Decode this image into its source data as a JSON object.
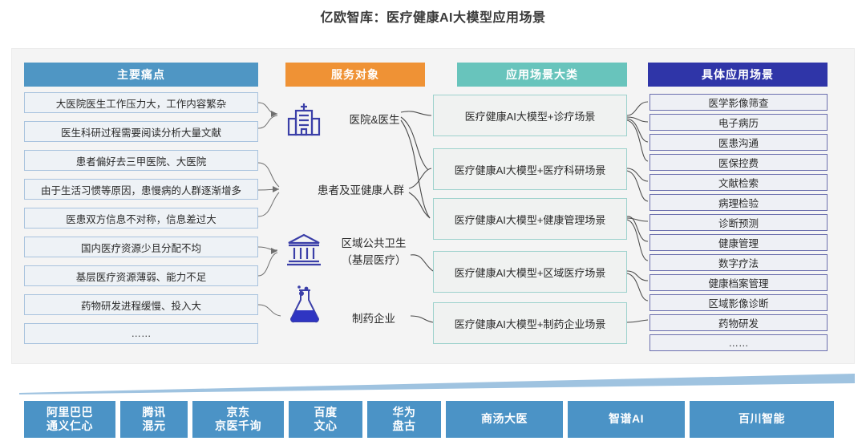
{
  "title": "亿欧智库：医疗健康AI大模型应用场景",
  "headers": {
    "pain": "主要痛点",
    "service": "服务对象",
    "category": "应用场景大类",
    "scene": "具体应用场景"
  },
  "colors": {
    "pain_header": "#4f96c4",
    "service_header": "#ef9235",
    "category_header": "#68c4bc",
    "scene_header": "#2f35a8",
    "company_box": "#4b93c6",
    "panel_bg": "#f4f4f4"
  },
  "pain_points": [
    "大医院医生工作压力大，工作内容繁杂",
    "医生科研过程需要阅读分析大量文献",
    "患者偏好去三甲医院、大医院",
    "由于生活习惯等原因，患慢病的人群逐渐增多",
    "医患双方信息不对称，信息差过大",
    "国内医疗资源少且分配不均",
    "基层医疗资源薄弱、能力不足",
    "药物研发进程缓慢、投入大",
    "……"
  ],
  "service_objects": [
    {
      "label": "医院&医生",
      "icon": "hospital-icon",
      "has_icon": true
    },
    {
      "label": "患者及亚健康人群",
      "icon": "none",
      "has_icon": false
    },
    {
      "label": "区域公共卫生\n（基层医疗）",
      "icon": "government-building-icon",
      "has_icon": true
    },
    {
      "label": "制药企业",
      "icon": "flask-icon",
      "has_icon": true
    }
  ],
  "categories": [
    "医疗健康AI大模型+诊疗场景",
    "医疗健康AI大模型+医疗科研场景",
    "医疗健康AI大模型+健康管理场景",
    "医疗健康AI大模型+区域医疗场景",
    "医疗健康AI大模型+制药企业场景"
  ],
  "scenes": [
    "医学影像筛查",
    "电子病历",
    "医患沟通",
    "医保控费",
    "文献检索",
    "病理检验",
    "诊断预测",
    "健康管理",
    "数字疗法",
    "健康档案管理",
    "区域影像诊断",
    "药物研发",
    "……"
  ],
  "companies": [
    {
      "line1": "阿里巴巴",
      "line2": "通义仁心"
    },
    {
      "line1": "腾讯",
      "line2": "混元"
    },
    {
      "line1": "京东",
      "line2": "京医千询"
    },
    {
      "line1": "百度",
      "line2": "文心"
    },
    {
      "line1": "华为",
      "line2": "盘古"
    },
    {
      "line1": "商汤大医",
      "line2": ""
    },
    {
      "line1": "智谱AI",
      "line2": ""
    },
    {
      "line1": "百川智能",
      "line2": ""
    }
  ]
}
